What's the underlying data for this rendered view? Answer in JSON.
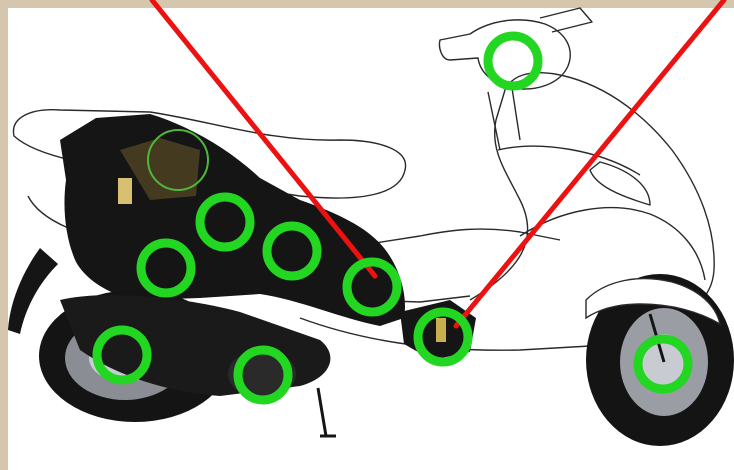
{
  "colors": {
    "frame": "#d4c7ad",
    "panel": "#ffffff",
    "outline": "#2a2a2a",
    "mechanics": "#141414",
    "marker": "#22d622",
    "marker_thin": "#4fb83a",
    "pointer": "#ee1111"
  },
  "subject": "scooter-mechanical-components",
  "markers": [
    {
      "id": "handlebar-mirror",
      "style": "thick"
    },
    {
      "id": "battery-compartment",
      "style": "thin"
    },
    {
      "id": "carburetor",
      "style": "thick"
    },
    {
      "id": "engine-cylinder",
      "style": "thick"
    },
    {
      "id": "air-filter",
      "style": "thick"
    },
    {
      "id": "fuel-pump",
      "style": "thick"
    },
    {
      "id": "fuse-box",
      "style": "thick"
    },
    {
      "id": "rear-hub",
      "style": "thick"
    },
    {
      "id": "drive-pulley",
      "style": "thick"
    },
    {
      "id": "front-hub",
      "style": "thick"
    }
  ],
  "pointers": [
    {
      "id": "pointer-left",
      "target": "fuel-pump"
    },
    {
      "id": "pointer-right",
      "target": "fuse-box"
    }
  ]
}
